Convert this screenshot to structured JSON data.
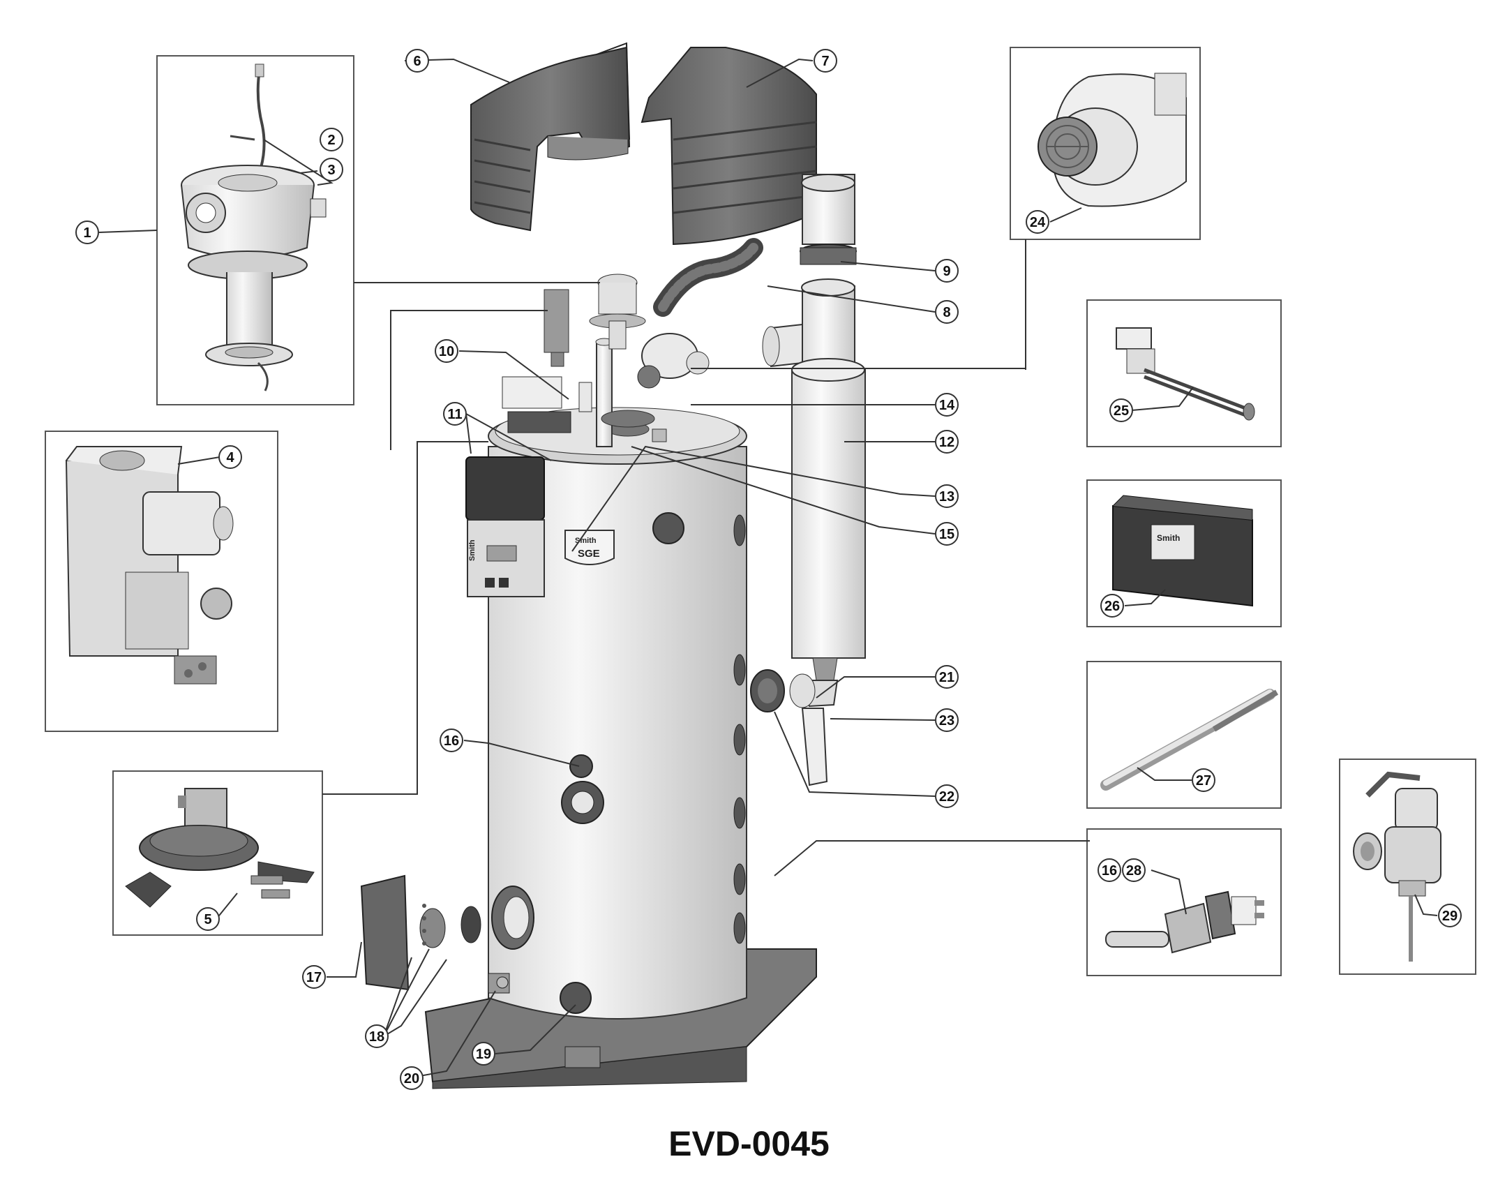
{
  "figure_id": "EVD-0045",
  "brand_labels": {
    "tank_badge_brand": "Smith",
    "tank_badge_model": "SGE",
    "control_brand": "Smith",
    "cover_brand": "Smith"
  },
  "callouts": [
    "1",
    "2",
    "3",
    "4",
    "5",
    "6",
    "7",
    "8",
    "9",
    "10",
    "11",
    "12",
    "13",
    "14",
    "15",
    "16",
    "16",
    "17",
    "18",
    "19",
    "20",
    "21",
    "22",
    "23",
    "24",
    "25",
    "26",
    "27",
    "28",
    "29"
  ],
  "colors": {
    "line": "#333333",
    "dark_part": "#6b6b6b",
    "mid_part": "#9a9a9a",
    "light_part": "#e8e8e8",
    "tank_body": "#efefef",
    "box_border": "#555555"
  }
}
